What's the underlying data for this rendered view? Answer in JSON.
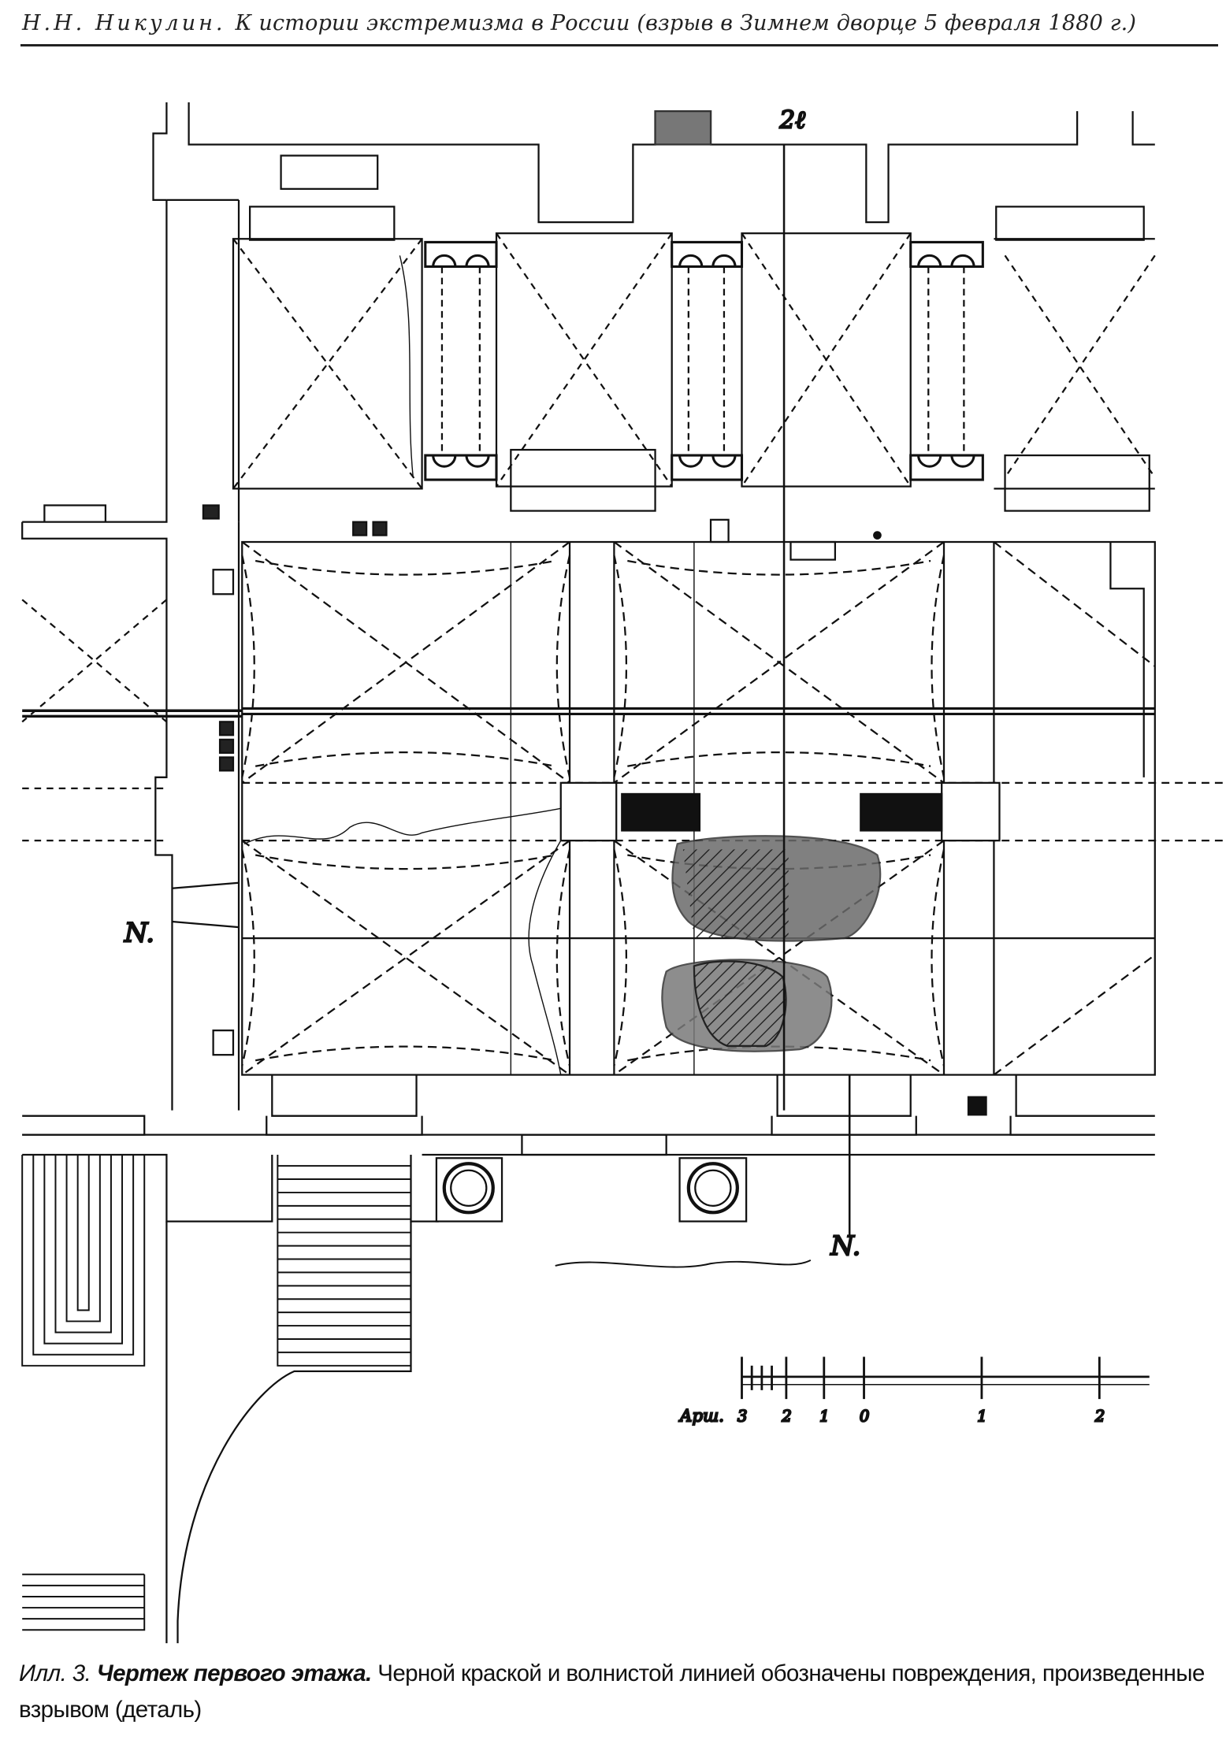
{
  "header": {
    "author": "Н.Н. Никулин.",
    "title": "К истории экстремизма в России (взрыв в Зимнем дворце 5 февраля 1880 г.)"
  },
  "figure": {
    "axis_label_top": "2ℓ",
    "north_label_left": "N.",
    "north_label_bottom": "N.",
    "scale": {
      "unit_label": "Арш.",
      "ticks": [
        "3",
        "2",
        "1",
        "0",
        "1",
        "2"
      ]
    },
    "colors": {
      "ink": "#111111",
      "paper": "#ffffff",
      "damage": "#555555"
    }
  },
  "caption": {
    "lead": "Илл. 3.",
    "title": "Чертеж первого этажа.",
    "text": "Черной краской и волнистой линией обозначены повреждения, произведенные взрывом (деталь)"
  }
}
